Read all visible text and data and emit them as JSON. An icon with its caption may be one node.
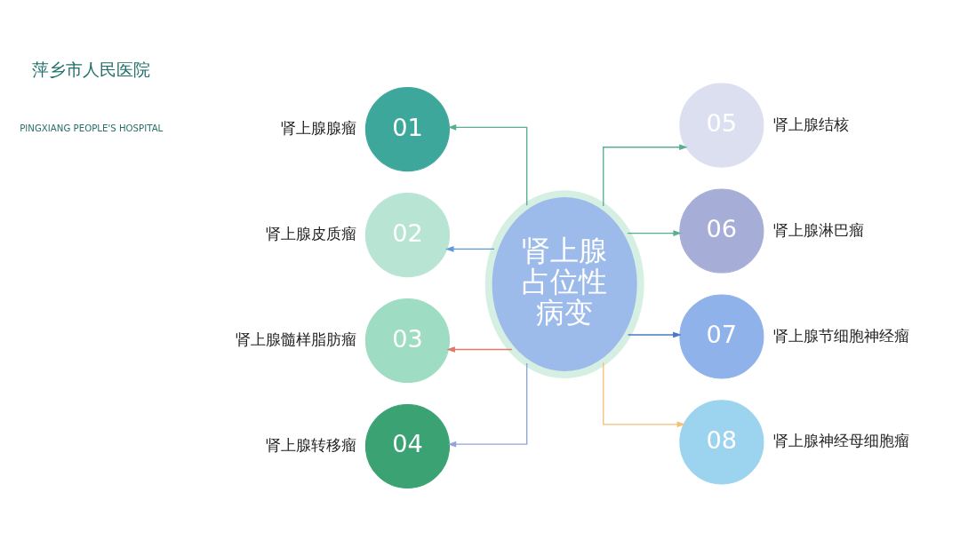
{
  "diagram": {
    "nodes": [
      {
        "text": [
          "肾上腺占位性病变"
        ]
      },
      {
        "text": [
          "01"
        ],
        "beside": [
          "肾上腺腺瘤"
        ]
      },
      {
        "text": [
          "02"
        ],
        "beside": [
          "肾上腺皮质瘤"
        ]
      },
      {
        "text": [
          "03"
        ],
        "beside": [
          "肾上腺髓样脂肪瘤"
        ]
      },
      {
        "text": [
          "04"
        ],
        "beside": [
          "肾上腺转移瘤"
        ]
      },
      {
        "text": [
          "05"
        ],
        "beside": [
          "肾上腺结核"
        ]
      },
      {
        "text": [
          "06"
        ],
        "beside": [
          "肾上腺淋巴瘤"
        ]
      },
      {
        "text": [
          "07"
        ],
        "beside": [
          "肾上腺节细胞神经瘤"
        ]
      },
      {
        "text": [
          "08"
        ],
        "beside": [
          "肾上腺神经母细胞瘤"
        ]
      }
    ],
    "edges": [
      {
        "from": 0,
        "to": 1,
        "arrow": "to"
      },
      {
        "from": 0,
        "to": 2,
        "arrow": "to",
        "color": "#5b9bd5"
      },
      {
        "from": 0,
        "to": 3,
        "arrow": "to",
        "color": "#e07a6a"
      },
      {
        "from": 0,
        "to": 4,
        "arrow": "to",
        "color": "#8ea4d8"
      },
      {
        "from": 0,
        "to": 5,
        "arrow": "to"
      },
      {
        "from": 0,
        "to": 6,
        "arrow": "to"
      },
      {
        "from": 0,
        "to": 7,
        "arrow": "to",
        "color": "#4a78c8"
      },
      {
        "from": 0,
        "to": 8,
        "arrow": "to",
        "color": "#f2c078"
      }
    ],
    "labels": [
      "萍乡市人民医院",
      "PINGXIANG PEOPLE'S HOSPITAL"
    ]
  }
}
